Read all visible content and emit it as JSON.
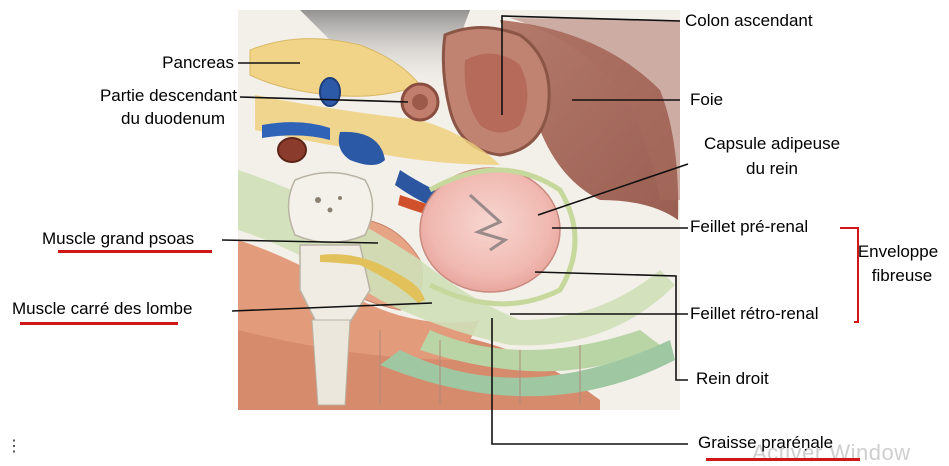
{
  "labels": {
    "pancreas": "Pancreas",
    "duodenum_line1": "Partie descendant",
    "duodenum_line2": "du duodenum",
    "psoas": "Muscle grand psoas",
    "carre": "Muscle carré des lombe",
    "colon": "Colon ascendant",
    "foie": "Foie",
    "capsule_line1": "Capsule adipeuse",
    "capsule_line2": "du rein",
    "pre_renal": "Feillet pré-renal",
    "enveloppe_line1": "Enveloppe",
    "enveloppe_line2": "fibreuse",
    "retro_renal": "Feillet rétro-renal",
    "rein": "Rein droit",
    "graisse": "Graisse praréṇale"
  },
  "overlay": {
    "watermark": "Activer Window",
    "ellipsis": "⋮"
  },
  "colors": {
    "underline": "#d01818",
    "bracket": "#d01818",
    "leader": "#111111"
  }
}
